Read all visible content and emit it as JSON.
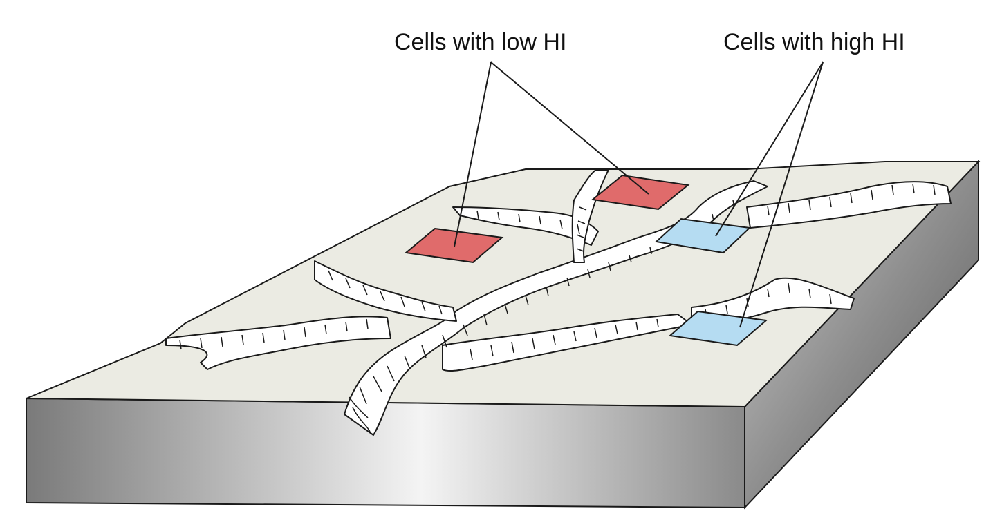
{
  "labels": {
    "low": "Cells with low HI",
    "high": "Cells with high HI"
  },
  "colors": {
    "surface": "#ebebe3",
    "valley": "#ffffff",
    "outline": "#1a1a1a",
    "low_cell": "#e06b6b",
    "high_cell": "#b5dcf2",
    "side_dark": "#6e6e6e",
    "side_light": "#f2f2f2"
  },
  "cells": [
    {
      "id": "low-cell-1",
      "group": "low"
    },
    {
      "id": "low-cell-2",
      "group": "low"
    },
    {
      "id": "high-cell-1",
      "group": "high"
    },
    {
      "id": "high-cell-2",
      "group": "high"
    }
  ]
}
